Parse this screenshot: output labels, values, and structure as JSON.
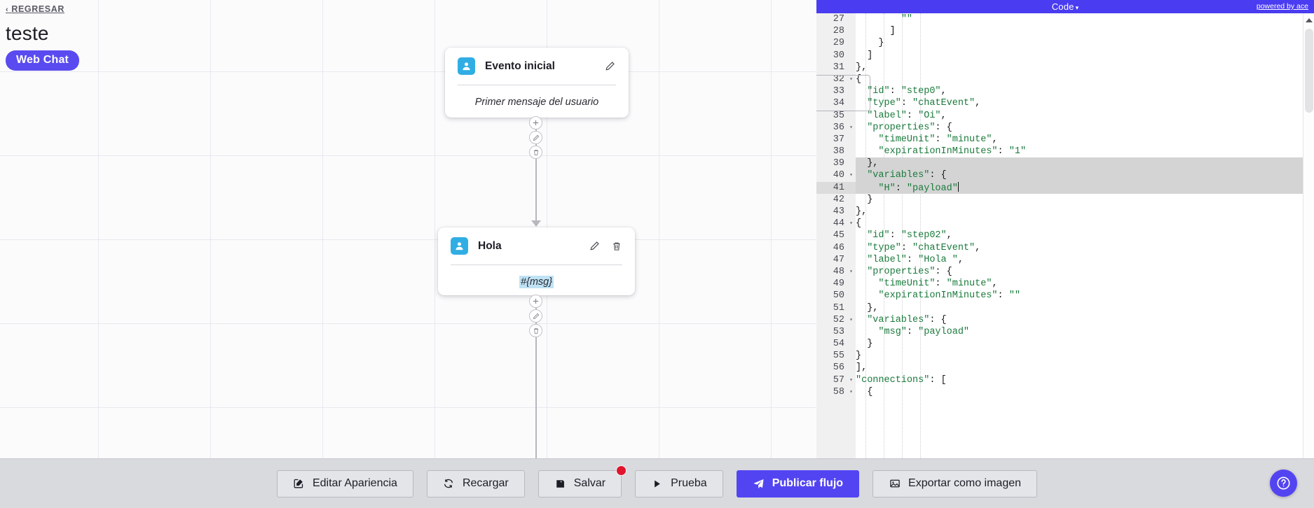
{
  "header": {
    "back_label": "REGRESAR",
    "back_chevron": "‹",
    "title": "teste",
    "channel_badge": "Web Chat"
  },
  "nodes": [
    {
      "title": "Evento inicial",
      "message": "Primer mensaje del usuario",
      "avatar_icon": "person-icon",
      "edit_icon": "pencil-icon",
      "has_delete": false
    },
    {
      "title": "Hola",
      "message": "#{msg}",
      "avatar_icon": "person-icon",
      "edit_icon": "pencil-icon",
      "delete_icon": "trash-icon",
      "has_delete": true
    }
  ],
  "connector_buttons": [
    {
      "name": "add-step-button",
      "icon": "plus-icon"
    },
    {
      "name": "edit-step-button",
      "icon": "pencil-icon"
    },
    {
      "name": "delete-step-button",
      "icon": "trash-icon"
    }
  ],
  "code_panel": {
    "title": "Code",
    "caret": "▾",
    "powered_by": "powered by ace",
    "cursor_line": 41,
    "selected_lines": [
      39,
      40,
      41
    ],
    "fold_markers": [
      32,
      36,
      40,
      44,
      48,
      52,
      57,
      58
    ],
    "lines": [
      {
        "n": 27,
        "text": "        \"\""
      },
      {
        "n": 28,
        "text": "      ]"
      },
      {
        "n": 29,
        "text": "    }"
      },
      {
        "n": 30,
        "text": "  ]"
      },
      {
        "n": 31,
        "text": "},"
      },
      {
        "n": 32,
        "text": "{"
      },
      {
        "n": 33,
        "text": "  \"id\": \"step0\","
      },
      {
        "n": 34,
        "text": "  \"type\": \"chatEvent\","
      },
      {
        "n": 35,
        "text": "  \"label\": \"Oi\","
      },
      {
        "n": 36,
        "text": "  \"properties\": {"
      },
      {
        "n": 37,
        "text": "    \"timeUnit\": \"minute\","
      },
      {
        "n": 38,
        "text": "    \"expirationInMinutes\": \"1\""
      },
      {
        "n": 39,
        "text": "  },"
      },
      {
        "n": 40,
        "text": "  \"variables\": {"
      },
      {
        "n": 41,
        "text": "    \"H\": \"payload\""
      },
      {
        "n": 42,
        "text": "  }"
      },
      {
        "n": 43,
        "text": "},"
      },
      {
        "n": 44,
        "text": "{"
      },
      {
        "n": 45,
        "text": "  \"id\": \"step02\","
      },
      {
        "n": 46,
        "text": "  \"type\": \"chatEvent\","
      },
      {
        "n": 47,
        "text": "  \"label\": \"Hola \","
      },
      {
        "n": 48,
        "text": "  \"properties\": {"
      },
      {
        "n": 49,
        "text": "    \"timeUnit\": \"minute\","
      },
      {
        "n": 50,
        "text": "    \"expirationInMinutes\": \"\""
      },
      {
        "n": 51,
        "text": "  },"
      },
      {
        "n": 52,
        "text": "  \"variables\": {"
      },
      {
        "n": 53,
        "text": "    \"msg\": \"payload\""
      },
      {
        "n": 54,
        "text": "  }"
      },
      {
        "n": 55,
        "text": "}"
      },
      {
        "n": 56,
        "text": "],"
      },
      {
        "n": 57,
        "text": "\"connections\": ["
      },
      {
        "n": 58,
        "text": "  {"
      }
    ]
  },
  "toolbar": {
    "buttons": [
      {
        "label": "Editar Apariencia",
        "icon": "edit-square-icon",
        "primary": false,
        "badge": false
      },
      {
        "label": "Recargar",
        "icon": "refresh-icon",
        "primary": false,
        "badge": false
      },
      {
        "label": "Salvar",
        "icon": "save-disk-icon",
        "primary": false,
        "badge": true
      },
      {
        "label": "Prueba",
        "icon": "play-icon",
        "primary": false,
        "badge": false
      },
      {
        "label": "Publicar flujo",
        "icon": "paper-plane-icon",
        "primary": true,
        "badge": false
      },
      {
        "label": "Exportar como imagen",
        "icon": "image-icon",
        "primary": false,
        "badge": false
      }
    ],
    "help_icon": "question-mark-icon"
  },
  "colors": {
    "brand_purple": "#5344f2",
    "topbar_blue": "#4a3cf0",
    "avatar_blue": "#30aee4",
    "badge_red": "#e0142c",
    "highlight_blue": "#bfe2f4"
  }
}
